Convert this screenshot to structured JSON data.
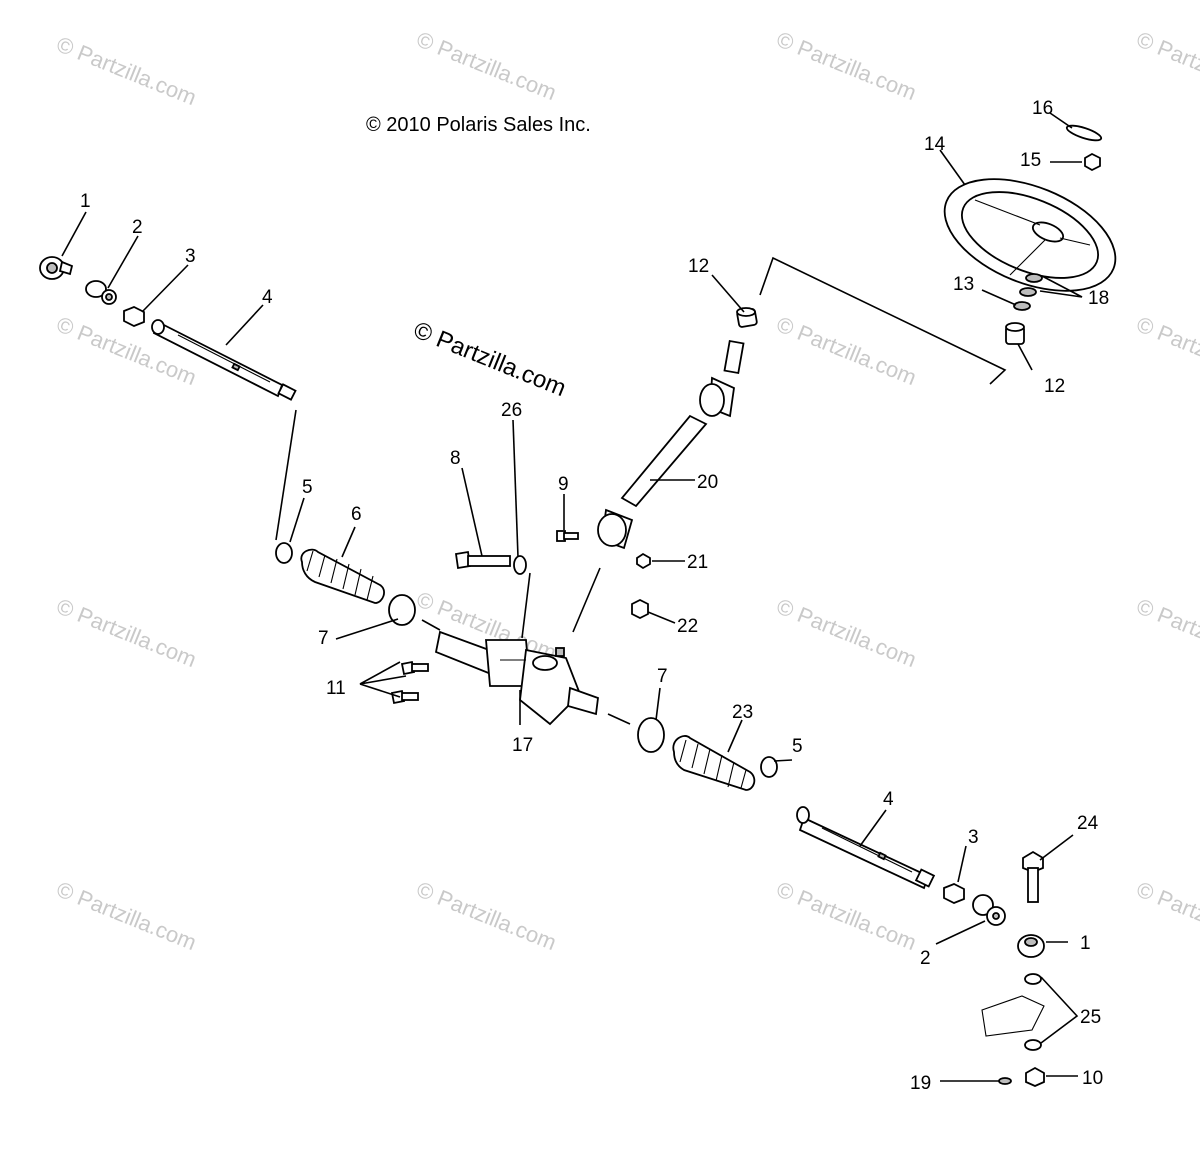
{
  "copyright": "© 2010 Polaris Sales Inc.",
  "watermark_main": "© Partzilla.com",
  "watermark_faint": "© Partzilla.com",
  "callouts": {
    "c1a": "1",
    "c2a": "2",
    "c3a": "3",
    "c4a": "4",
    "c5a": "5",
    "c6": "6",
    "c7a": "7",
    "c8": "8",
    "c9": "9",
    "c11": "11",
    "c12a": "12",
    "c12b": "12",
    "c13": "13",
    "c14": "14",
    "c15": "15",
    "c16": "16",
    "c17": "17",
    "c18": "18",
    "c20": "20",
    "c21": "21",
    "c22": "22",
    "c26": "26",
    "c7b": "7",
    "c23": "23",
    "c5b": "5",
    "c4b": "4",
    "c3b": "3",
    "c24": "24",
    "c2b": "2",
    "c1b": "1",
    "c25": "25",
    "c19": "19",
    "c10": "10"
  },
  "colors": {
    "line": "#000000",
    "watermark": "#c9c9c9",
    "background": "#ffffff"
  }
}
